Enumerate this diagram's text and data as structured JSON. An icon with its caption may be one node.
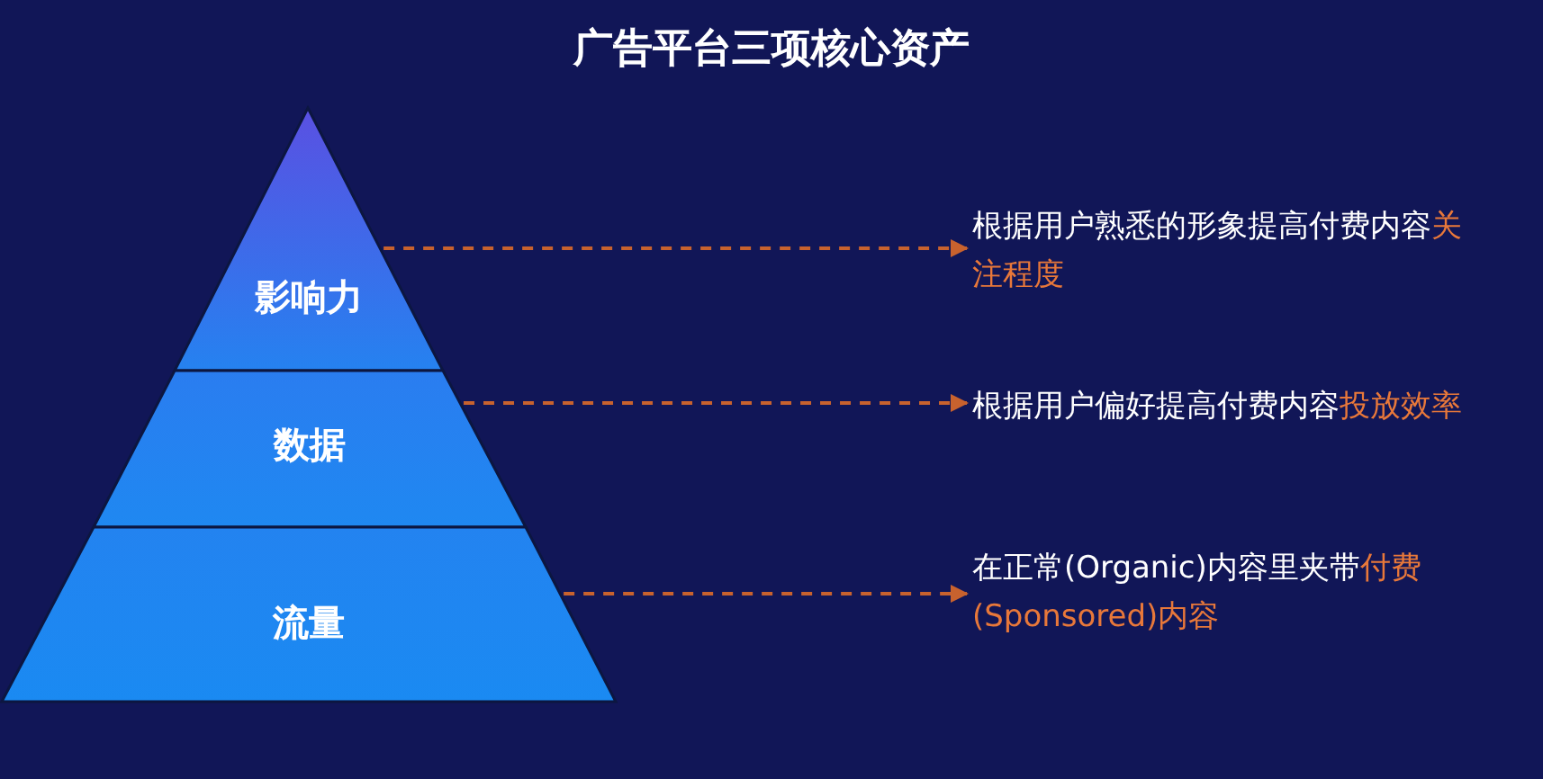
{
  "diagram": {
    "title": "广告平台三项核心资产",
    "nodes": [
      {
        "text": [
          "影响力"
        ]
      },
      {
        "text": [
          "数据"
        ]
      },
      {
        "text": [
          "流量"
        ]
      },
      {
        "text": [
          "根据用户熟悉的形象提高付费内容",
          "关注程度"
        ]
      },
      {
        "text": [
          "根据用户偏好提高付费内容",
          "投放效率"
        ]
      },
      {
        "text": [
          "在正常(Organic)内容里夹带",
          "付费(Sponsored)内容"
        ]
      }
    ],
    "edges": [
      {
        "from": 0,
        "to": 3,
        "arrow": "to",
        "style": "dashed"
      },
      {
        "from": 1,
        "to": 4,
        "arrow": "to",
        "style": "dashed"
      },
      {
        "from": 2,
        "to": 5,
        "arrow": "to",
        "style": "dashed"
      }
    ]
  }
}
